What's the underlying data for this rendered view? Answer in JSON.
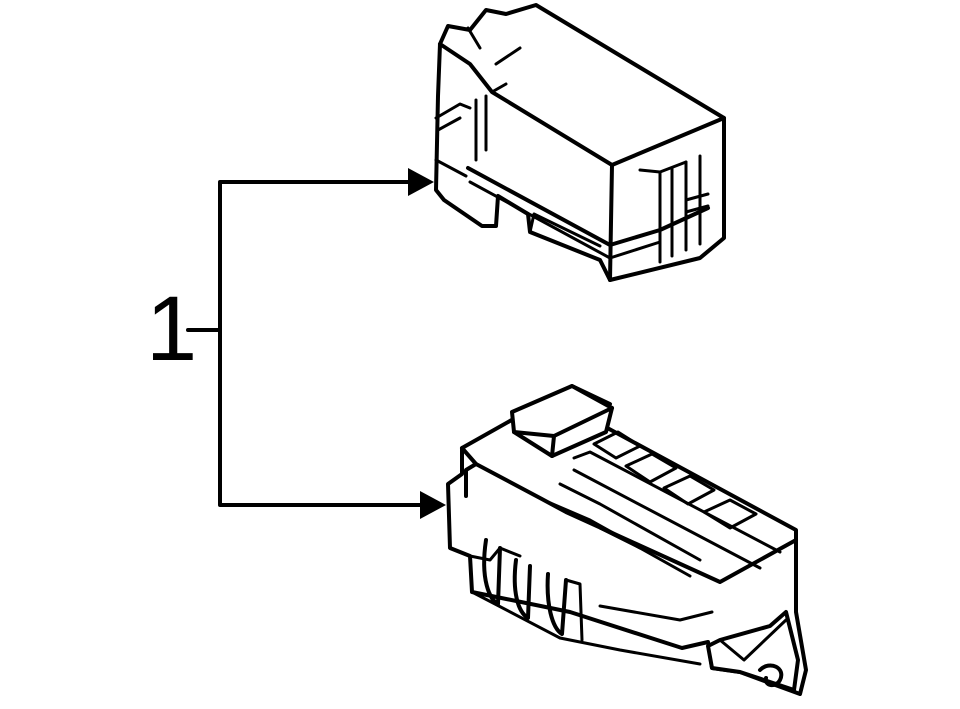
{
  "callout": {
    "number": "1"
  },
  "colors": {
    "line": "#000000",
    "background": "#ffffff"
  },
  "parts": [
    {
      "kind": "cover"
    },
    {
      "kind": "fuse-relay-box"
    }
  ]
}
